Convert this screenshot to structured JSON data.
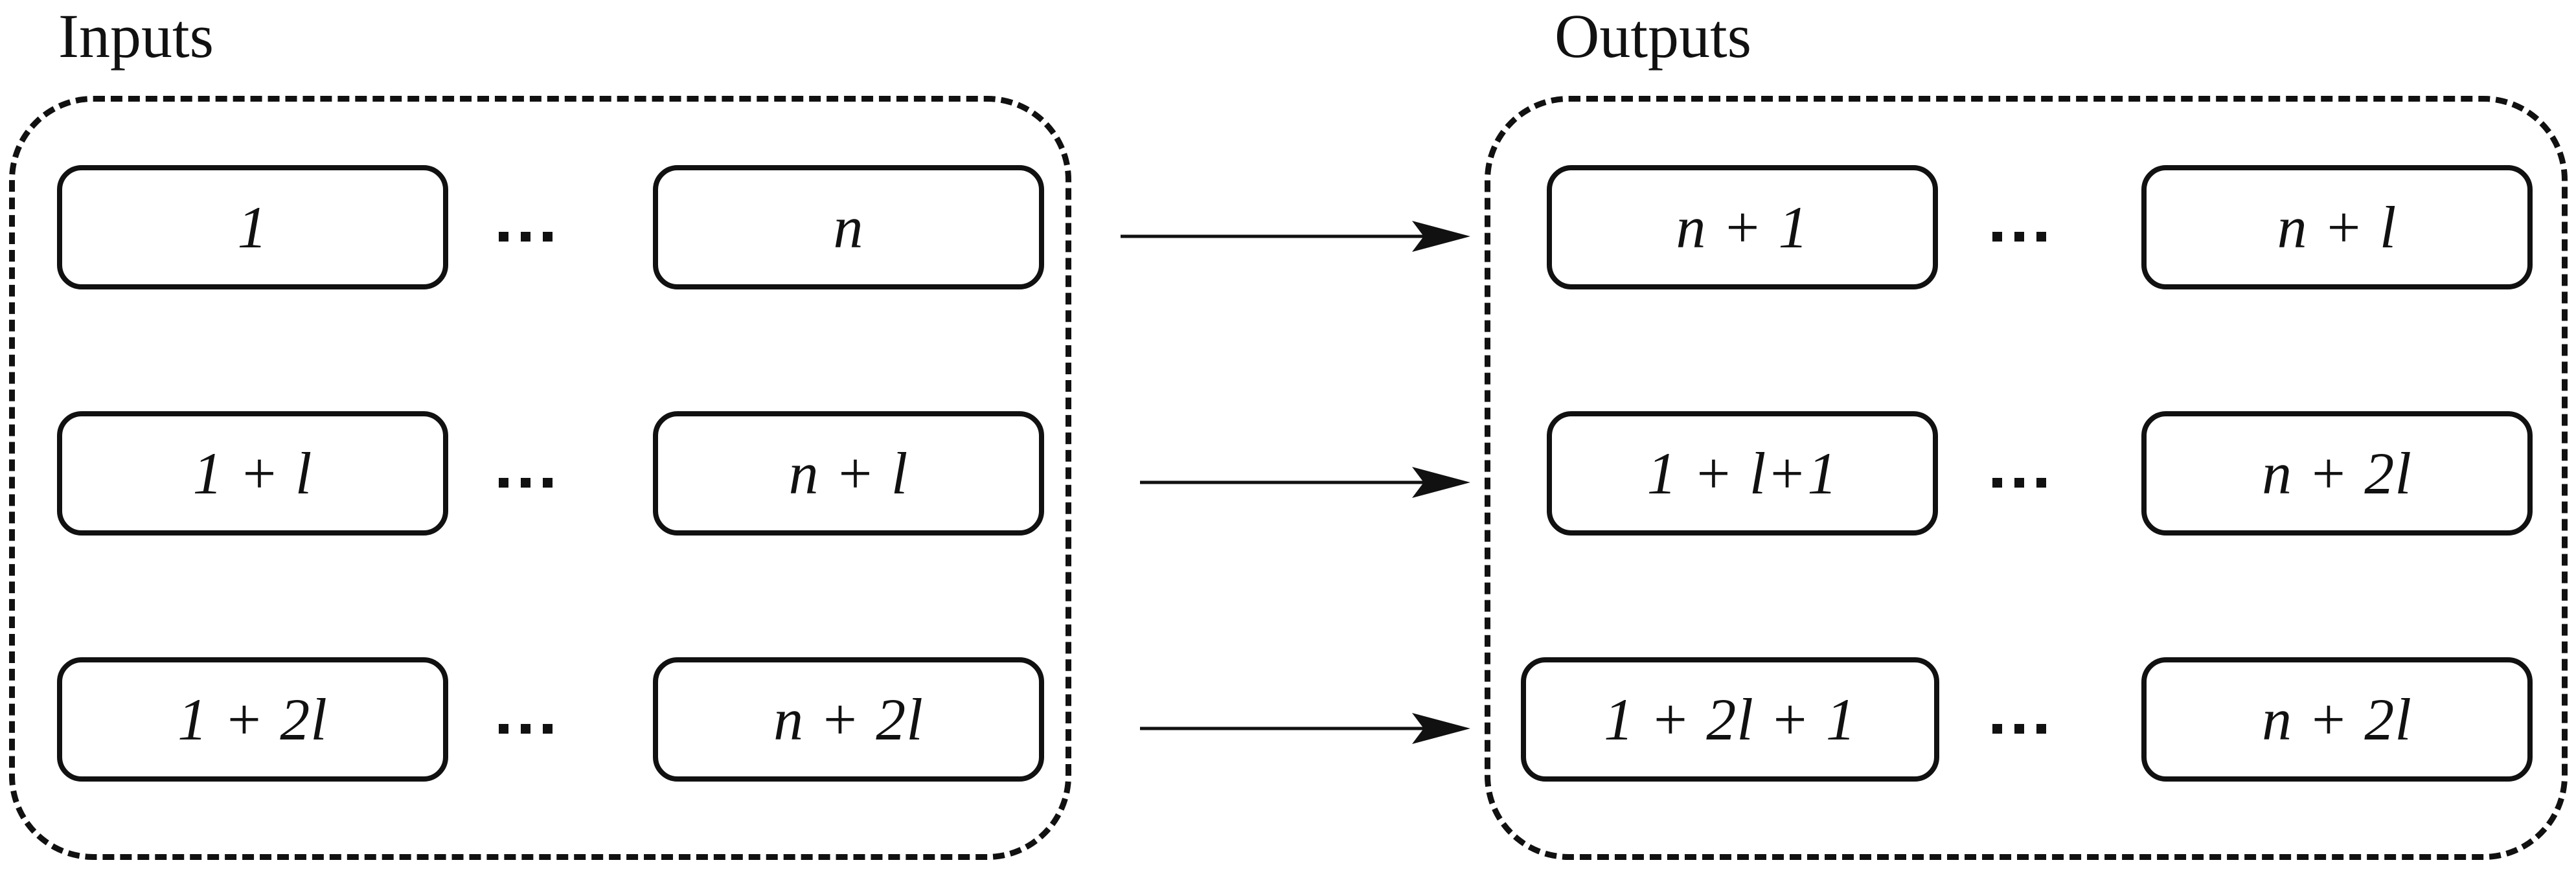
{
  "diagram": {
    "title_inputs": "Inputs",
    "title_outputs": "Outputs",
    "ellipsis_glyph": "...",
    "colors": {
      "stroke": "#111111",
      "background": "#ffffff"
    }
  },
  "inputs": {
    "label": "Inputs",
    "rows": [
      {
        "first": {
          "text": "1",
          "parts": [
            {
              "t": "1",
              "k": "num"
            }
          ]
        },
        "ellipsis": "...",
        "last": {
          "text": "n",
          "parts": [
            {
              "t": "n",
              "k": "var"
            }
          ]
        }
      },
      {
        "first": {
          "text": "1 + l",
          "parts": [
            {
              "t": "1",
              "k": "num"
            },
            {
              "t": "+",
              "k": "op"
            },
            {
              "t": "l",
              "k": "var"
            }
          ]
        },
        "ellipsis": "...",
        "last": {
          "text": "n + l",
          "parts": [
            {
              "t": "n",
              "k": "var"
            },
            {
              "t": "+",
              "k": "op"
            },
            {
              "t": "l",
              "k": "var"
            }
          ]
        }
      },
      {
        "first": {
          "text": "1 + 2l",
          "parts": [
            {
              "t": "1",
              "k": "num"
            },
            {
              "t": "+",
              "k": "op"
            },
            {
              "t": "2",
              "k": "num"
            },
            {
              "t": "l",
              "k": "var"
            }
          ]
        },
        "ellipsis": "...",
        "last": {
          "text": "n + 2l",
          "parts": [
            {
              "t": "n",
              "k": "var"
            },
            {
              "t": "+",
              "k": "op"
            },
            {
              "t": "2",
              "k": "num"
            },
            {
              "t": "l",
              "k": "var"
            }
          ]
        }
      }
    ]
  },
  "outputs": {
    "label": "Outputs",
    "rows": [
      {
        "first": {
          "text": "n + 1"
        },
        "ellipsis": "...",
        "last": {
          "text": "n + l"
        }
      },
      {
        "first": {
          "text": "1 + l+1"
        },
        "ellipsis": "...",
        "last": {
          "text": "n + 2l"
        }
      },
      {
        "first": {
          "text": "1 + 2l + 1"
        },
        "ellipsis": "...",
        "last": {
          "text": "n + 2l"
        }
      }
    ]
  },
  "arrows": [
    {
      "name": "arrow-row-1",
      "label": ""
    },
    {
      "name": "arrow-row-2",
      "label": ""
    },
    {
      "name": "arrow-row-3",
      "label": ""
    }
  ]
}
